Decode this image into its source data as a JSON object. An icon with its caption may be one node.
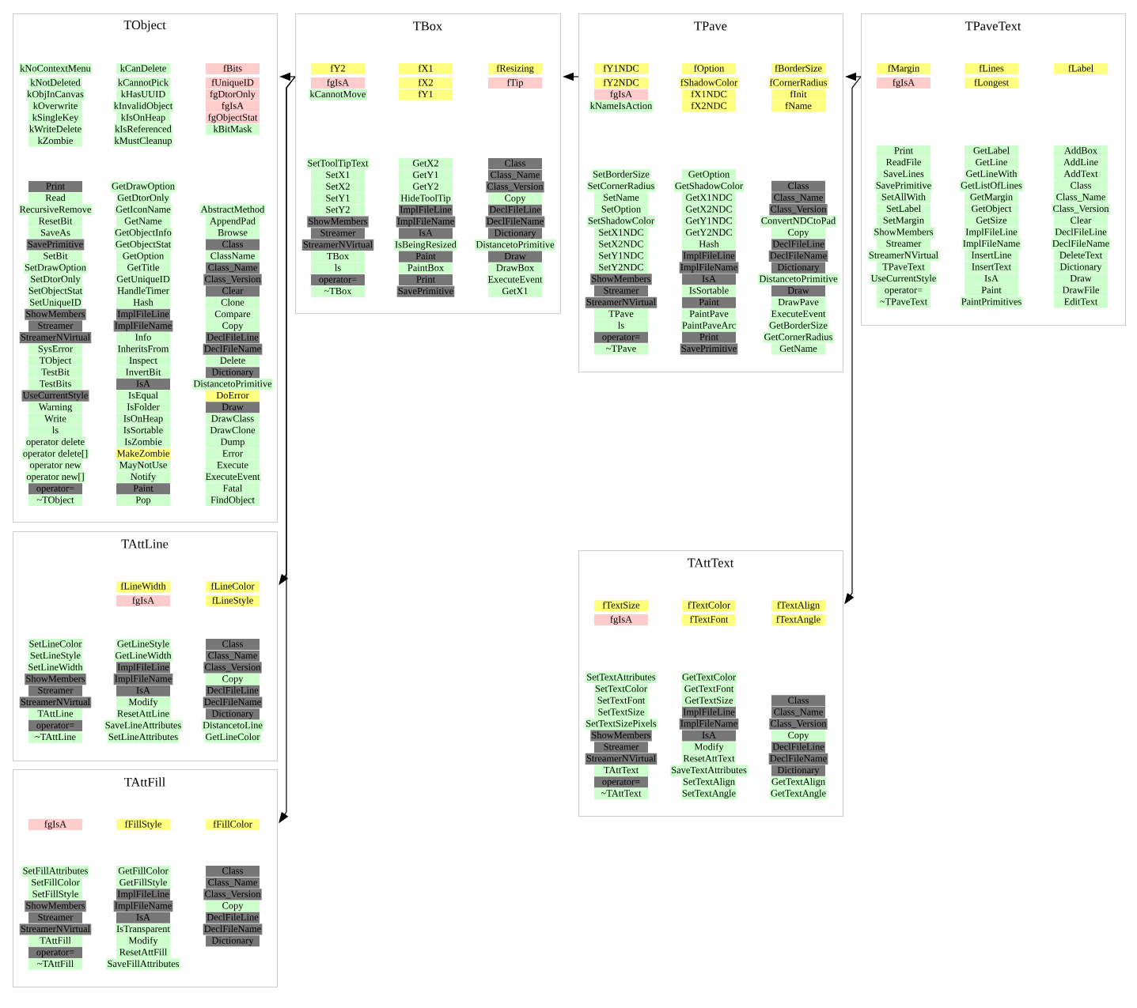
{
  "diagram": {
    "nodes": [
      {
        "text": [
          "TObject"
        ]
      },
      {
        "text": [
          "kNoContextMenu"
        ],
        "in": 0
      },
      {
        "text": [
          "kNotDeleted"
        ],
        "in": 0
      },
      {
        "text": [
          "kObjInCanvas"
        ],
        "in": 0
      },
      {
        "text": [
          "kOverwrite"
        ],
        "in": 0
      },
      {
        "text": [
          "kSingleKey"
        ],
        "in": 0
      },
      {
        "text": [
          "kWriteDelete"
        ],
        "in": 0
      },
      {
        "text": [
          "kZombie"
        ],
        "in": 0
      },
      {
        "text": [
          "kCanDelete"
        ],
        "in": 0
      },
      {
        "text": [
          "kCannotPick"
        ],
        "in": 0
      },
      {
        "text": [
          "kHasUUID"
        ],
        "in": 0
      },
      {
        "text": [
          "kInvalidObject"
        ],
        "in": 0
      },
      {
        "text": [
          "kIsOnHeap"
        ],
        "in": 0
      },
      {
        "text": [
          "kIsReferenced"
        ],
        "in": 0
      },
      {
        "text": [
          "kMustCleanup"
        ],
        "in": 0
      },
      {
        "text": [
          "fBits"
        ],
        "in": 0
      },
      {
        "text": [
          "fUniqueID"
        ],
        "in": 0
      },
      {
        "text": [
          "fgDtorOnly"
        ],
        "in": 0
      },
      {
        "text": [
          "fgIsA"
        ],
        "in": 0
      },
      {
        "text": [
          "fgObjectStat"
        ],
        "in": 0
      },
      {
        "text": [
          "kBitMask"
        ],
        "in": 0
      },
      {
        "text": [
          "Print"
        ],
        "in": 0
      },
      {
        "text": [
          "Read"
        ],
        "in": 0
      },
      {
        "text": [
          "RecursiveRemove"
        ],
        "in": 0
      },
      {
        "text": [
          "ResetBit"
        ],
        "in": 0
      },
      {
        "text": [
          "SaveAs"
        ],
        "in": 0
      },
      {
        "text": [
          "SavePrimitive"
        ],
        "in": 0
      },
      {
        "text": [
          "SetBit"
        ],
        "in": 0
      },
      {
        "text": [
          "SetDrawOption"
        ],
        "in": 0
      },
      {
        "text": [
          "SetDtorOnly"
        ],
        "in": 0
      },
      {
        "text": [
          "SetObjectStat"
        ],
        "in": 0
      },
      {
        "text": [
          "SetUniqueID"
        ],
        "in": 0
      },
      {
        "text": [
          "ShowMembers"
        ],
        "in": 0
      },
      {
        "text": [
          "Streamer"
        ],
        "in": 0
      },
      {
        "text": [
          "StreamerNVirtual"
        ],
        "in": 0
      },
      {
        "text": [
          "SysError"
        ],
        "in": 0
      },
      {
        "text": [
          "TObject"
        ],
        "in": 0
      },
      {
        "text": [
          "TestBit"
        ],
        "in": 0
      },
      {
        "text": [
          "TestBits"
        ],
        "in": 0
      },
      {
        "text": [
          "UseCurrentStyle"
        ],
        "in": 0
      },
      {
        "text": [
          "Warning"
        ],
        "in": 0
      },
      {
        "text": [
          "Write"
        ],
        "in": 0
      },
      {
        "text": [
          "ls"
        ],
        "in": 0
      },
      {
        "text": [
          "operator delete"
        ],
        "in": 0
      },
      {
        "text": [
          "operator delete[]"
        ],
        "in": 0
      },
      {
        "text": [
          "operator new"
        ],
        "in": 0
      },
      {
        "text": [
          "operator new[]"
        ],
        "in": 0
      },
      {
        "text": [
          "operator="
        ],
        "in": 0
      },
      {
        "text": [
          "~TObject"
        ],
        "in": 0
      },
      {
        "text": [
          "GetDrawOption"
        ],
        "in": 0
      },
      {
        "text": [
          "GetDtorOnly"
        ],
        "in": 0
      },
      {
        "text": [
          "GetIconName"
        ],
        "in": 0
      },
      {
        "text": [
          "GetName"
        ],
        "in": 0
      },
      {
        "text": [
          "GetObjectInfo"
        ],
        "in": 0
      },
      {
        "text": [
          "GetObjectStat"
        ],
        "in": 0
      },
      {
        "text": [
          "GetOption"
        ],
        "in": 0
      },
      {
        "text": [
          "GetTitle"
        ],
        "in": 0
      },
      {
        "text": [
          "GetUniqueID"
        ],
        "in": 0
      },
      {
        "text": [
          "HandleTimer"
        ],
        "in": 0
      },
      {
        "text": [
          "Hash"
        ],
        "in": 0
      },
      {
        "text": [
          "ImplFileLine"
        ],
        "in": 0
      },
      {
        "text": [
          "ImplFileName"
        ],
        "in": 0
      },
      {
        "text": [
          "Info"
        ],
        "in": 0
      },
      {
        "text": [
          "InheritsFrom"
        ],
        "in": 0
      },
      {
        "text": [
          "Inspect"
        ],
        "in": 0
      },
      {
        "text": [
          "InvertBit"
        ],
        "in": 0
      },
      {
        "text": [
          "IsA"
        ],
        "in": 0
      },
      {
        "text": [
          "IsEqual"
        ],
        "in": 0
      },
      {
        "text": [
          "IsFolder"
        ],
        "in": 0
      },
      {
        "text": [
          "IsOnHeap"
        ],
        "in": 0
      },
      {
        "text": [
          "IsSortable"
        ],
        "in": 0
      },
      {
        "text": [
          "IsZombie"
        ],
        "in": 0
      },
      {
        "text": [
          "MakeZombie"
        ],
        "in": 0
      },
      {
        "text": [
          "MayNotUse"
        ],
        "in": 0
      },
      {
        "text": [
          "Notify"
        ],
        "in": 0
      },
      {
        "text": [
          "Paint"
        ],
        "in": 0
      },
      {
        "text": [
          "Pop"
        ],
        "in": 0
      },
      {
        "text": [
          "AbstractMethod"
        ],
        "in": 0
      },
      {
        "text": [
          "AppendPad"
        ],
        "in": 0
      },
      {
        "text": [
          "Browse"
        ],
        "in": 0
      },
      {
        "text": [
          "Class"
        ],
        "in": 0
      },
      {
        "text": [
          "ClassName"
        ],
        "in": 0
      },
      {
        "text": [
          "Class_Name"
        ],
        "in": 0
      },
      {
        "text": [
          "Class_Version"
        ],
        "in": 0
      },
      {
        "text": [
          "Clear"
        ],
        "in": 0
      },
      {
        "text": [
          "Clone"
        ],
        "in": 0
      },
      {
        "text": [
          "Compare"
        ],
        "in": 0
      },
      {
        "text": [
          "Copy"
        ],
        "in": 0
      },
      {
        "text": [
          "DeclFileLine"
        ],
        "in": 0
      },
      {
        "text": [
          "DeclFileName"
        ],
        "in": 0
      },
      {
        "text": [
          "Delete"
        ],
        "in": 0
      },
      {
        "text": [
          "Dictionary"
        ],
        "in": 0
      },
      {
        "text": [
          "DistancetoPrimitive"
        ],
        "in": 0
      },
      {
        "text": [
          "DoError"
        ],
        "in": 0
      },
      {
        "text": [
          "Draw"
        ],
        "in": 0
      },
      {
        "text": [
          "DrawClass"
        ],
        "in": 0
      },
      {
        "text": [
          "DrawClone"
        ],
        "in": 0
      },
      {
        "text": [
          "Dump"
        ],
        "in": 0
      },
      {
        "text": [
          "Error"
        ],
        "in": 0
      },
      {
        "text": [
          "Execute"
        ],
        "in": 0
      },
      {
        "text": [
          "ExecuteEvent"
        ],
        "in": 0
      },
      {
        "text": [
          "Fatal"
        ],
        "in": 0
      },
      {
        "text": [
          "FindObject"
        ],
        "in": 0
      },
      {
        "text": [
          "TBox"
        ]
      },
      {
        "text": [
          "fY2"
        ],
        "in": 103
      },
      {
        "text": [
          "fgIsA"
        ],
        "in": 103
      },
      {
        "text": [
          "kCannotMove"
        ],
        "in": 103
      },
      {
        "text": [
          "fX1"
        ],
        "in": 103
      },
      {
        "text": [
          "fX2"
        ],
        "in": 103
      },
      {
        "text": [
          "fY1"
        ],
        "in": 103
      },
      {
        "text": [
          "fResizing"
        ],
        "in": 103
      },
      {
        "text": [
          "fTip"
        ],
        "in": 103
      },
      {
        "text": [
          "SetToolTipText"
        ],
        "in": 103
      },
      {
        "text": [
          "SetX1"
        ],
        "in": 103
      },
      {
        "text": [
          "SetX2"
        ],
        "in": 103
      },
      {
        "text": [
          "SetY1"
        ],
        "in": 103
      },
      {
        "text": [
          "SetY2"
        ],
        "in": 103
      },
      {
        "text": [
          "ShowMembers"
        ],
        "in": 103
      },
      {
        "text": [
          "Streamer"
        ],
        "in": 103
      },
      {
        "text": [
          "StreamerNVirtual"
        ],
        "in": 103
      },
      {
        "text": [
          "TBox"
        ],
        "in": 103
      },
      {
        "text": [
          "ls"
        ],
        "in": 103
      },
      {
        "text": [
          "operator="
        ],
        "in": 103
      },
      {
        "text": [
          "~TBox"
        ],
        "in": 103
      },
      {
        "text": [
          "GetX2"
        ],
        "in": 103
      },
      {
        "text": [
          "GetY1"
        ],
        "in": 103
      },
      {
        "text": [
          "GetY2"
        ],
        "in": 103
      },
      {
        "text": [
          "HideToolTip"
        ],
        "in": 103
      },
      {
        "text": [
          "ImplFileLine"
        ],
        "in": 103
      },
      {
        "text": [
          "ImplFileName"
        ],
        "in": 103
      },
      {
        "text": [
          "IsA"
        ],
        "in": 103
      },
      {
        "text": [
          "IsBeingResized"
        ],
        "in": 103
      },
      {
        "text": [
          "Paint"
        ],
        "in": 103
      },
      {
        "text": [
          "PaintBox"
        ],
        "in": 103
      },
      {
        "text": [
          "Print"
        ],
        "in": 103
      },
      {
        "text": [
          "SavePrimitive"
        ],
        "in": 103
      },
      {
        "text": [
          "Class"
        ],
        "in": 103
      },
      {
        "text": [
          "Class_Name"
        ],
        "in": 103
      },
      {
        "text": [
          "Class_Version"
        ],
        "in": 103
      },
      {
        "text": [
          "Copy"
        ],
        "in": 103
      },
      {
        "text": [
          "DeclFileLine"
        ],
        "in": 103
      },
      {
        "text": [
          "DeclFileName"
        ],
        "in": 103
      },
      {
        "text": [
          "Dictionary"
        ],
        "in": 103
      },
      {
        "text": [
          "DistancetoPrimitive"
        ],
        "in": 103
      },
      {
        "text": [
          "Draw"
        ],
        "in": 103
      },
      {
        "text": [
          "DrawBox"
        ],
        "in": 103
      },
      {
        "text": [
          "ExecuteEvent"
        ],
        "in": 103
      },
      {
        "text": [
          "GetX1"
        ],
        "in": 103
      },
      {
        "text": [
          "TPave"
        ]
      },
      {
        "text": [
          "fY1NDC"
        ],
        "in": 148
      },
      {
        "text": [
          "fY2NDC"
        ],
        "in": 148
      },
      {
        "text": [
          "fgIsA"
        ],
        "in": 148
      },
      {
        "text": [
          "kNameIsAction"
        ],
        "in": 148
      },
      {
        "text": [
          "fOption"
        ],
        "in": 148
      },
      {
        "text": [
          "fShadowColor"
        ],
        "in": 148
      },
      {
        "text": [
          "fX1NDC"
        ],
        "in": 148
      },
      {
        "text": [
          "fX2NDC"
        ],
        "in": 148
      },
      {
        "text": [
          "fBorderSize"
        ],
        "in": 148
      },
      {
        "text": [
          "fCornerRadius"
        ],
        "in": 148
      },
      {
        "text": [
          "fInit"
        ],
        "in": 148
      },
      {
        "text": [
          "fName"
        ],
        "in": 148
      },
      {
        "text": [
          "SetBorderSize"
        ],
        "in": 148
      },
      {
        "text": [
          "SetCornerRadius"
        ],
        "in": 148
      },
      {
        "text": [
          "SetName"
        ],
        "in": 148
      },
      {
        "text": [
          "SetOption"
        ],
        "in": 148
      },
      {
        "text": [
          "SetShadowColor"
        ],
        "in": 148
      },
      {
        "text": [
          "SetX1NDC"
        ],
        "in": 148
      },
      {
        "text": [
          "SetX2NDC"
        ],
        "in": 148
      },
      {
        "text": [
          "SetY1NDC"
        ],
        "in": 148
      },
      {
        "text": [
          "SetY2NDC"
        ],
        "in": 148
      },
      {
        "text": [
          "ShowMembers"
        ],
        "in": 148
      },
      {
        "text": [
          "Streamer"
        ],
        "in": 148
      },
      {
        "text": [
          "StreamerNVirtual"
        ],
        "in": 148
      },
      {
        "text": [
          "TPave"
        ],
        "in": 148
      },
      {
        "text": [
          "ls"
        ],
        "in": 148
      },
      {
        "text": [
          "operator="
        ],
        "in": 148
      },
      {
        "text": [
          "~TPave"
        ],
        "in": 148
      },
      {
        "text": [
          "GetOption"
        ],
        "in": 148
      },
      {
        "text": [
          "GetShadowColor"
        ],
        "in": 148
      },
      {
        "text": [
          "GetX1NDC"
        ],
        "in": 148
      },
      {
        "text": [
          "GetX2NDC"
        ],
        "in": 148
      },
      {
        "text": [
          "GetY1NDC"
        ],
        "in": 148
      },
      {
        "text": [
          "GetY2NDC"
        ],
        "in": 148
      },
      {
        "text": [
          "Hash"
        ],
        "in": 148
      },
      {
        "text": [
          "ImplFileLine"
        ],
        "in": 148
      },
      {
        "text": [
          "ImplFileName"
        ],
        "in": 148
      },
      {
        "text": [
          "IsA"
        ],
        "in": 148
      },
      {
        "text": [
          "IsSortable"
        ],
        "in": 148
      },
      {
        "text": [
          "Paint"
        ],
        "in": 148
      },
      {
        "text": [
          "PaintPave"
        ],
        "in": 148
      },
      {
        "text": [
          "PaintPaveArc"
        ],
        "in": 148
      },
      {
        "text": [
          "Print"
        ],
        "in": 148
      },
      {
        "text": [
          "SavePrimitive"
        ],
        "in": 148
      },
      {
        "text": [
          "Class"
        ],
        "in": 148
      },
      {
        "text": [
          "Class_Name"
        ],
        "in": 148
      },
      {
        "text": [
          "Class_Version"
        ],
        "in": 148
      },
      {
        "text": [
          "ConvertNDCtoPad"
        ],
        "in": 148
      },
      {
        "text": [
          "Copy"
        ],
        "in": 148
      },
      {
        "text": [
          "DeclFileLine"
        ],
        "in": 148
      },
      {
        "text": [
          "DeclFileName"
        ],
        "in": 148
      },
      {
        "text": [
          "Dictionary"
        ],
        "in": 148
      },
      {
        "text": [
          "DistancetoPrimitive"
        ],
        "in": 148
      },
      {
        "text": [
          "Draw"
        ],
        "in": 148
      },
      {
        "text": [
          "DrawPave"
        ],
        "in": 148
      },
      {
        "text": [
          "ExecuteEvent"
        ],
        "in": 148
      },
      {
        "text": [
          "GetBorderSize"
        ],
        "in": 148
      },
      {
        "text": [
          "GetCornerRadius"
        ],
        "in": 148
      },
      {
        "text": [
          "GetName"
        ],
        "in": 148
      },
      {
        "text": [
          "TPaveText"
        ]
      },
      {
        "text": [
          "fMargin"
        ],
        "in": 208
      },
      {
        "text": [
          "fgIsA"
        ],
        "in": 208
      },
      {
        "text": [
          "fLines"
        ],
        "in": 208
      },
      {
        "text": [
          "fLongest"
        ],
        "in": 208
      },
      {
        "text": [
          "fLabel"
        ],
        "in": 208
      },
      {
        "text": [
          "Print"
        ],
        "in": 208
      },
      {
        "text": [
          "ReadFile"
        ],
        "in": 208
      },
      {
        "text": [
          "SaveLines"
        ],
        "in": 208
      },
      {
        "text": [
          "SavePrimitive"
        ],
        "in": 208
      },
      {
        "text": [
          "SetAllWith"
        ],
        "in": 208
      },
      {
        "text": [
          "SetLabel"
        ],
        "in": 208
      },
      {
        "text": [
          "SetMargin"
        ],
        "in": 208
      },
      {
        "text": [
          "ShowMembers"
        ],
        "in": 208
      },
      {
        "text": [
          "Streamer"
        ],
        "in": 208
      },
      {
        "text": [
          "StreamerNVirtual"
        ],
        "in": 208
      },
      {
        "text": [
          "TPaveText"
        ],
        "in": 208
      },
      {
        "text": [
          "UseCurrentStyle"
        ],
        "in": 208
      },
      {
        "text": [
          "operator="
        ],
        "in": 208
      },
      {
        "text": [
          "~TPaveText"
        ],
        "in": 208
      },
      {
        "text": [
          "GetLabel"
        ],
        "in": 208
      },
      {
        "text": [
          "GetLine"
        ],
        "in": 208
      },
      {
        "text": [
          "GetLineWith"
        ],
        "in": 208
      },
      {
        "text": [
          "GetListOfLines"
        ],
        "in": 208
      },
      {
        "text": [
          "GetMargin"
        ],
        "in": 208
      },
      {
        "text": [
          "GetObject"
        ],
        "in": 208
      },
      {
        "text": [
          "GetSize"
        ],
        "in": 208
      },
      {
        "text": [
          "ImplFileLine"
        ],
        "in": 208
      },
      {
        "text": [
          "ImplFileName"
        ],
        "in": 208
      },
      {
        "text": [
          "InsertLine"
        ],
        "in": 208
      },
      {
        "text": [
          "InsertText"
        ],
        "in": 208
      },
      {
        "text": [
          "IsA"
        ],
        "in": 208
      },
      {
        "text": [
          "Paint"
        ],
        "in": 208
      },
      {
        "text": [
          "PaintPrimitives"
        ],
        "in": 208
      },
      {
        "text": [
          "AddBox"
        ],
        "in": 208
      },
      {
        "text": [
          "AddLine"
        ],
        "in": 208
      },
      {
        "text": [
          "AddText"
        ],
        "in": 208
      },
      {
        "text": [
          "Class"
        ],
        "in": 208
      },
      {
        "text": [
          "Class_Name"
        ],
        "in": 208
      },
      {
        "text": [
          "Class_Version"
        ],
        "in": 208
      },
      {
        "text": [
          "Clear"
        ],
        "in": 208
      },
      {
        "text": [
          "DeclFileLine"
        ],
        "in": 208
      },
      {
        "text": [
          "DeclFileName"
        ],
        "in": 208
      },
      {
        "text": [
          "DeleteText"
        ],
        "in": 208
      },
      {
        "text": [
          "Dictionary"
        ],
        "in": 208
      },
      {
        "text": [
          "Draw"
        ],
        "in": 208
      },
      {
        "text": [
          "DrawFile"
        ],
        "in": 208
      },
      {
        "text": [
          "EditText"
        ],
        "in": 208
      },
      {
        "text": [
          "TAttLine"
        ]
      },
      {
        "text": [
          "fLineWidth"
        ],
        "in": 256
      },
      {
        "text": [
          "fgIsA"
        ],
        "in": 256
      },
      {
        "text": [
          "fLineColor"
        ],
        "in": 256
      },
      {
        "text": [
          "fLineStyle"
        ],
        "in": 256
      },
      {
        "text": [
          "SetLineColor"
        ],
        "in": 256
      },
      {
        "text": [
          "SetLineStyle"
        ],
        "in": 256
      },
      {
        "text": [
          "SetLineWidth"
        ],
        "in": 256
      },
      {
        "text": [
          "ShowMembers"
        ],
        "in": 256
      },
      {
        "text": [
          "Streamer"
        ],
        "in": 256
      },
      {
        "text": [
          "StreamerNVirtual"
        ],
        "in": 256
      },
      {
        "text": [
          "TAttLine"
        ],
        "in": 256
      },
      {
        "text": [
          "operator="
        ],
        "in": 256
      },
      {
        "text": [
          "~TAttLine"
        ],
        "in": 256
      },
      {
        "text": [
          "GetLineStyle"
        ],
        "in": 256
      },
      {
        "text": [
          "GetLineWidth"
        ],
        "in": 256
      },
      {
        "text": [
          "ImplFileLine"
        ],
        "in": 256
      },
      {
        "text": [
          "ImplFileName"
        ],
        "in": 256
      },
      {
        "text": [
          "IsA"
        ],
        "in": 256
      },
      {
        "text": [
          "Modify"
        ],
        "in": 256
      },
      {
        "text": [
          "ResetAttLine"
        ],
        "in": 256
      },
      {
        "text": [
          "SaveLineAttributes"
        ],
        "in": 256
      },
      {
        "text": [
          "SetLineAttributes"
        ],
        "in": 256
      },
      {
        "text": [
          "Class"
        ],
        "in": 256
      },
      {
        "text": [
          "Class_Name"
        ],
        "in": 256
      },
      {
        "text": [
          "Class_Version"
        ],
        "in": 256
      },
      {
        "text": [
          "Copy"
        ],
        "in": 256
      },
      {
        "text": [
          "DeclFileLine"
        ],
        "in": 256
      },
      {
        "text": [
          "DeclFileName"
        ],
        "in": 256
      },
      {
        "text": [
          "Dictionary"
        ],
        "in": 256
      },
      {
        "text": [
          "DistancetoLine"
        ],
        "in": 256
      },
      {
        "text": [
          "GetLineColor"
        ],
        "in": 256
      },
      {
        "text": [
          "TAttFill"
        ]
      },
      {
        "text": [
          "fgIsA"
        ],
        "in": 288
      },
      {
        "text": [
          "fFillStyle"
        ],
        "in": 288
      },
      {
        "text": [
          "fFillColor"
        ],
        "in": 288
      },
      {
        "text": [
          "SetFillAttributes"
        ],
        "in": 288
      },
      {
        "text": [
          "SetFillColor"
        ],
        "in": 288
      },
      {
        "text": [
          "SetFillStyle"
        ],
        "in": 288
      },
      {
        "text": [
          "ShowMembers"
        ],
        "in": 288
      },
      {
        "text": [
          "Streamer"
        ],
        "in": 288
      },
      {
        "text": [
          "StreamerNVirtual"
        ],
        "in": 288
      },
      {
        "text": [
          "TAttFill"
        ],
        "in": 288
      },
      {
        "text": [
          "operator="
        ],
        "in": 288
      },
      {
        "text": [
          "~TAttFill"
        ],
        "in": 288
      },
      {
        "text": [
          "GetFillColor"
        ],
        "in": 288
      },
      {
        "text": [
          "GetFillStyle"
        ],
        "in": 288
      },
      {
        "text": [
          "ImplFileLine"
        ],
        "in": 288
      },
      {
        "text": [
          "ImplFileName"
        ],
        "in": 288
      },
      {
        "text": [
          "IsA"
        ],
        "in": 288
      },
      {
        "text": [
          "IsTransparent"
        ],
        "in": 288
      },
      {
        "text": [
          "Modify"
        ],
        "in": 288
      },
      {
        "text": [
          "ResetAttFill"
        ],
        "in": 288
      },
      {
        "text": [
          "SaveFillAttributes"
        ],
        "in": 288
      },
      {
        "text": [
          "Class"
        ],
        "in": 288
      },
      {
        "text": [
          "Class_Name"
        ],
        "in": 288
      },
      {
        "text": [
          "Class_Version"
        ],
        "in": 288
      },
      {
        "text": [
          "Copy"
        ],
        "in": 288
      },
      {
        "text": [
          "DeclFileLine"
        ],
        "in": 288
      },
      {
        "text": [
          "DeclFileName"
        ],
        "in": 288
      },
      {
        "text": [
          "Dictionary"
        ],
        "in": 288
      },
      {
        "text": [
          "TAttText"
        ]
      },
      {
        "text": [
          "fTextSize"
        ],
        "in": 317
      },
      {
        "text": [
          "fgIsA"
        ],
        "in": 317
      },
      {
        "text": [
          "fTextColor"
        ],
        "in": 317
      },
      {
        "text": [
          "fTextFont"
        ],
        "in": 317
      },
      {
        "text": [
          "fTextAlign"
        ],
        "in": 317
      },
      {
        "text": [
          "fTextAngle"
        ],
        "in": 317
      },
      {
        "text": [
          "SetTextAttributes"
        ],
        "in": 317
      },
      {
        "text": [
          "SetTextColor"
        ],
        "in": 317
      },
      {
        "text": [
          "SetTextFont"
        ],
        "in": 317
      },
      {
        "text": [
          "SetTextSize"
        ],
        "in": 317
      },
      {
        "text": [
          "SetTextSizePixels"
        ],
        "in": 317
      },
      {
        "text": [
          "ShowMembers"
        ],
        "in": 317
      },
      {
        "text": [
          "Streamer"
        ],
        "in": 317
      },
      {
        "text": [
          "StreamerNVirtual"
        ],
        "in": 317
      },
      {
        "text": [
          "TAttText"
        ],
        "in": 317
      },
      {
        "text": [
          "operator="
        ],
        "in": 317
      },
      {
        "text": [
          "~TAttText"
        ],
        "in": 317
      },
      {
        "text": [
          "GetTextColor"
        ],
        "in": 317
      },
      {
        "text": [
          "GetTextFont"
        ],
        "in": 317
      },
      {
        "text": [
          "GetTextSize"
        ],
        "in": 317
      },
      {
        "text": [
          "ImplFileLine"
        ],
        "in": 317
      },
      {
        "text": [
          "ImplFileName"
        ],
        "in": 317
      },
      {
        "text": [
          "IsA"
        ],
        "in": 317
      },
      {
        "text": [
          "Modify"
        ],
        "in": 317
      },
      {
        "text": [
          "ResetAttText"
        ],
        "in": 317
      },
      {
        "text": [
          "SaveTextAttributes"
        ],
        "in": 317
      },
      {
        "text": [
          "SetTextAlign"
        ],
        "in": 317
      },
      {
        "text": [
          "SetTextAngle"
        ],
        "in": 317
      },
      {
        "text": [
          "Class"
        ],
        "in": 317
      },
      {
        "text": [
          "Class_Name"
        ],
        "in": 317
      },
      {
        "text": [
          "Class_Version"
        ],
        "in": 317
      },
      {
        "text": [
          "Copy"
        ],
        "in": 317
      },
      {
        "text": [
          "DeclFileLine"
        ],
        "in": 317
      },
      {
        "text": [
          "DeclFileName"
        ],
        "in": 317
      },
      {
        "text": [
          "Dictionary"
        ],
        "in": 317
      },
      {
        "text": [
          "GetTextAlign"
        ],
        "in": 317
      },
      {
        "text": [
          "GetTextAngle"
        ],
        "in": 317
      }
    ],
    "edges": [
      {
        "from": 103,
        "to": 0,
        "arrow": "to"
      },
      {
        "from": 103,
        "to": 256,
        "arrow": "to"
      },
      {
        "from": 103,
        "to": 288,
        "arrow": "to"
      },
      {
        "from": 148,
        "to": 103,
        "arrow": "to"
      },
      {
        "from": 208,
        "to": 148,
        "arrow": "to"
      },
      {
        "from": 208,
        "to": 317,
        "arrow": "to"
      }
    ]
  }
}
